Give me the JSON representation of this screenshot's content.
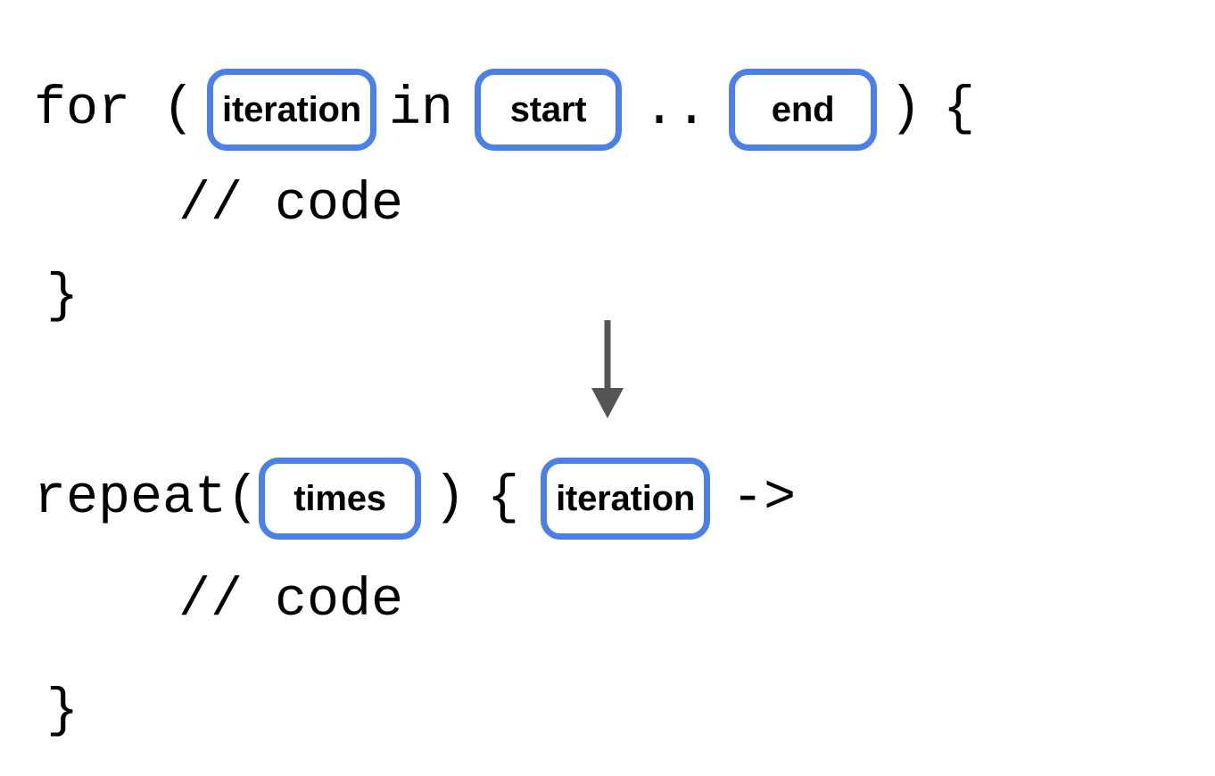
{
  "diagram": {
    "title": "for loop to repeat conversion",
    "accent_color": "#4b80e8",
    "text_color": "#000000",
    "arrow_color": "#555555",
    "background": "#ffffff"
  },
  "before": {
    "header": {
      "keyword": "for (",
      "slot_iteration": "iteration",
      "in_keyword": "in",
      "slot_start": "start",
      "range_operator": "..",
      "slot_end": "end",
      "close_paren": ")",
      "open_brace": "{"
    },
    "body_comment": "// code",
    "close_brace": "}"
  },
  "arrow": {
    "name": "down-arrow",
    "direction": "down"
  },
  "after": {
    "header": {
      "keyword": "repeat(",
      "slot_times": "times",
      "close_paren": ")",
      "open_brace": "{",
      "slot_iteration": "iteration",
      "lambda_arrow": "->"
    },
    "body_comment": "// code",
    "close_brace": "}"
  }
}
